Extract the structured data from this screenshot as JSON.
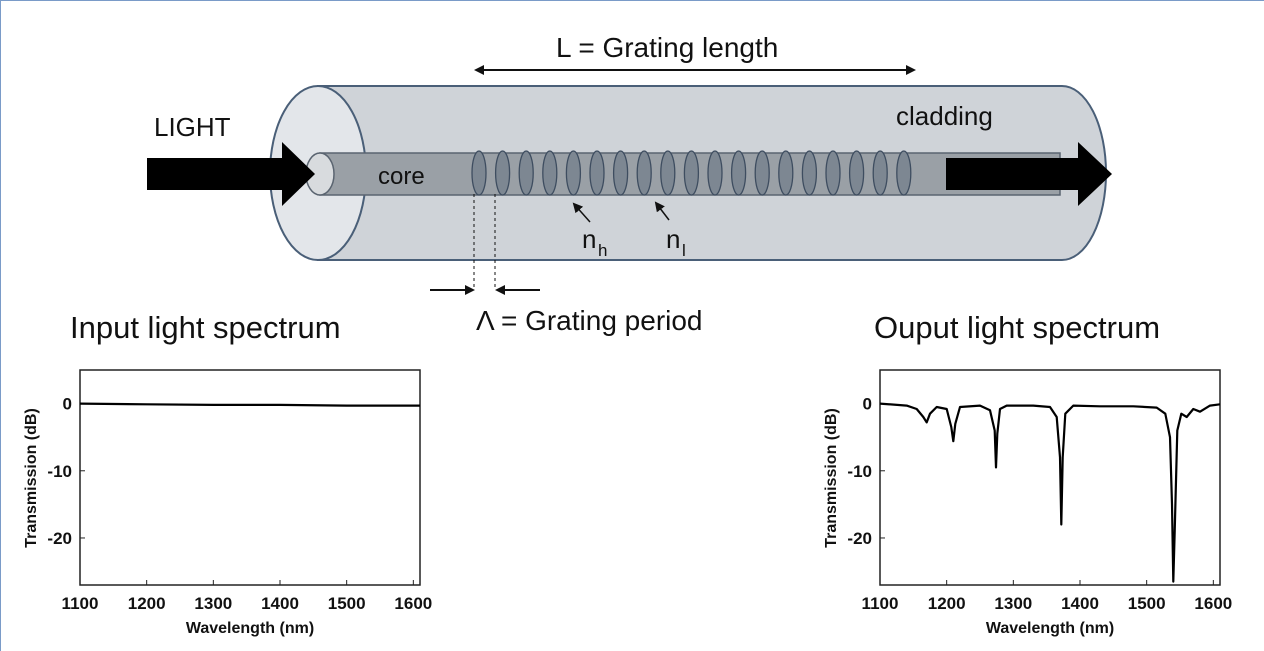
{
  "diagram": {
    "grating_length_label": "L = Grating length",
    "light_label": "LIGHT",
    "cladding_label": "cladding",
    "core_label": "core",
    "nh_main": "n",
    "nh_sub": "h",
    "nl_main": "n",
    "nl_sub": "l",
    "grating_period_label": "Λ = Grating period"
  },
  "chart_data": [
    {
      "type": "line",
      "title": "Input light spectrum",
      "xlabel": "Wavelength (nm)",
      "ylabel": "Transmission (dB)",
      "xlim": [
        1100,
        1610
      ],
      "ylim": [
        -27,
        5
      ],
      "xticks": [
        "1100",
        "1200",
        "1300",
        "1400",
        "1500",
        "1600"
      ],
      "yticks": [
        "0",
        "-10",
        "-20"
      ],
      "x": [
        1100,
        1200,
        1300,
        1400,
        1500,
        1610
      ],
      "y": [
        0,
        -0.1,
        -0.2,
        -0.2,
        -0.3,
        -0.3
      ]
    },
    {
      "type": "line",
      "title": "Ouput light spectrum",
      "xlabel": "Wavelength (nm)",
      "ylabel": "Transmission (dB)",
      "xlim": [
        1100,
        1610
      ],
      "ylim": [
        -27,
        5
      ],
      "xticks": [
        "1100",
        "1200",
        "1300",
        "1400",
        "1500",
        "1600"
      ],
      "yticks": [
        "0",
        "-10",
        "-20"
      ],
      "x": [
        1100,
        1140,
        1155,
        1165,
        1170,
        1175,
        1185,
        1200,
        1207,
        1210,
        1213,
        1220,
        1250,
        1265,
        1272,
        1274,
        1276,
        1280,
        1290,
        1330,
        1355,
        1365,
        1370,
        1372,
        1374,
        1378,
        1390,
        1430,
        1480,
        1515,
        1528,
        1535,
        1538,
        1540,
        1542,
        1546,
        1552,
        1560,
        1570,
        1580,
        1595,
        1610
      ],
      "y": [
        0,
        -0.3,
        -0.8,
        -2.0,
        -2.8,
        -1.5,
        -0.5,
        -0.8,
        -3.5,
        -5.6,
        -3.0,
        -0.5,
        -0.3,
        -1.0,
        -4.0,
        -9.5,
        -4.5,
        -0.8,
        -0.3,
        -0.3,
        -0.5,
        -2.0,
        -8.0,
        -18.0,
        -8.0,
        -1.5,
        -0.3,
        -0.4,
        -0.4,
        -0.6,
        -1.5,
        -5.0,
        -15.0,
        -26.5,
        -19.0,
        -4.0,
        -1.5,
        -2.0,
        -0.8,
        -1.2,
        -0.3,
        -0.1
      ]
    }
  ]
}
